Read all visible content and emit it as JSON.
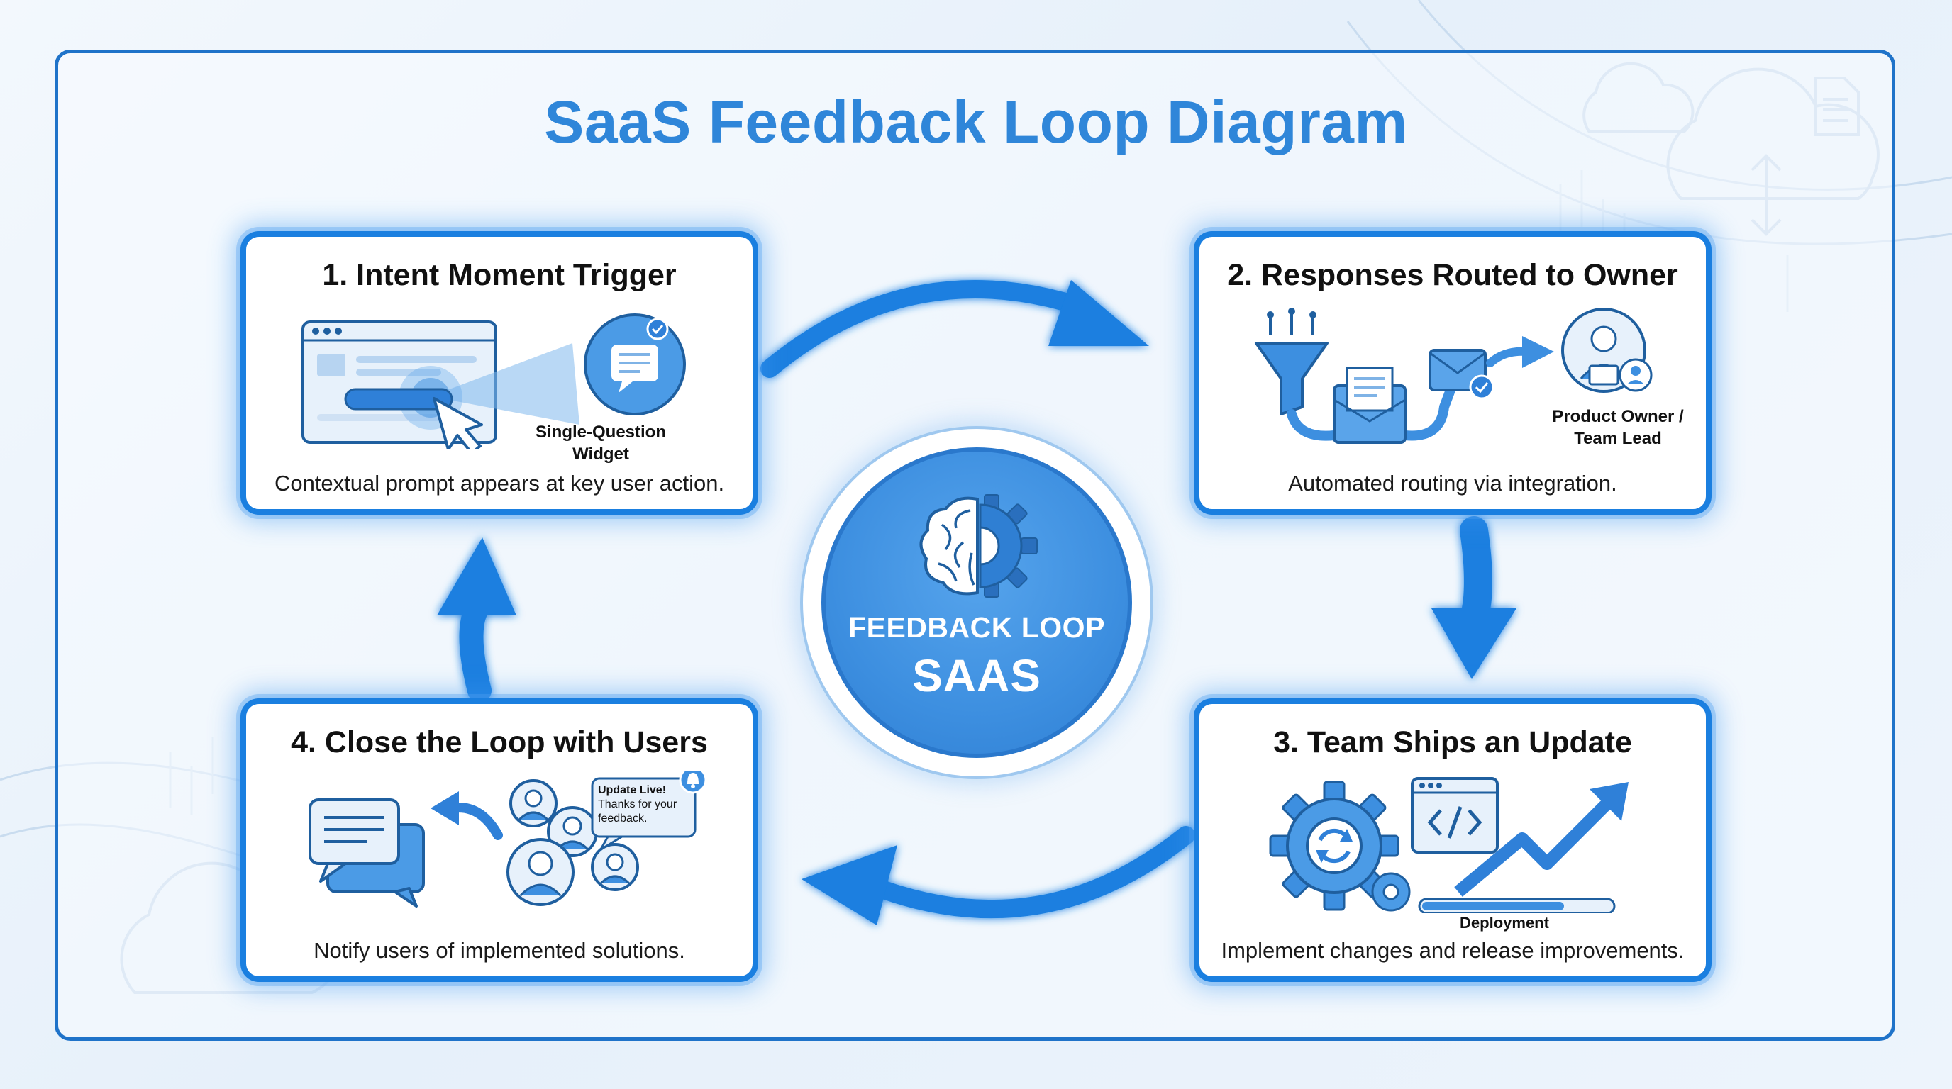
{
  "title": "SaaS Feedback Loop Diagram",
  "hub": {
    "line1": "FEEDBACK LOOP",
    "line2": "SAAS"
  },
  "steps": [
    {
      "title": "1. Intent Moment Trigger",
      "description": "Contextual prompt appears at key user action.",
      "labels": [
        "Single-Question",
        "Widget"
      ]
    },
    {
      "title": "2. Responses Routed to Owner",
      "description": "Automated routing via integration.",
      "labels": [
        "Product Owner /",
        "Team Lead"
      ]
    },
    {
      "title": "3. Team Ships an Update",
      "description": "Implement changes and release improvements.",
      "labels": [
        "Deployment"
      ]
    },
    {
      "title": "4. Close the Loop with Users",
      "description": "Notify users of implemented solutions.",
      "notification": [
        "Update Live!",
        "Thanks for your",
        "feedback."
      ]
    }
  ],
  "colors": {
    "primary": "#1a7fe0",
    "title": "#2f86d9",
    "hub": "#3d8fe0",
    "frame": "#1f73c9"
  },
  "icons": [
    "browser-window-icon",
    "cursor-icon",
    "chat-widget-icon",
    "funnel-icon",
    "envelope-icon",
    "user-avatar-icon",
    "gear-icon",
    "code-window-icon",
    "trend-arrow-icon",
    "chat-bubbles-icon",
    "users-group-icon",
    "bell-icon",
    "brain-gear-icon"
  ]
}
